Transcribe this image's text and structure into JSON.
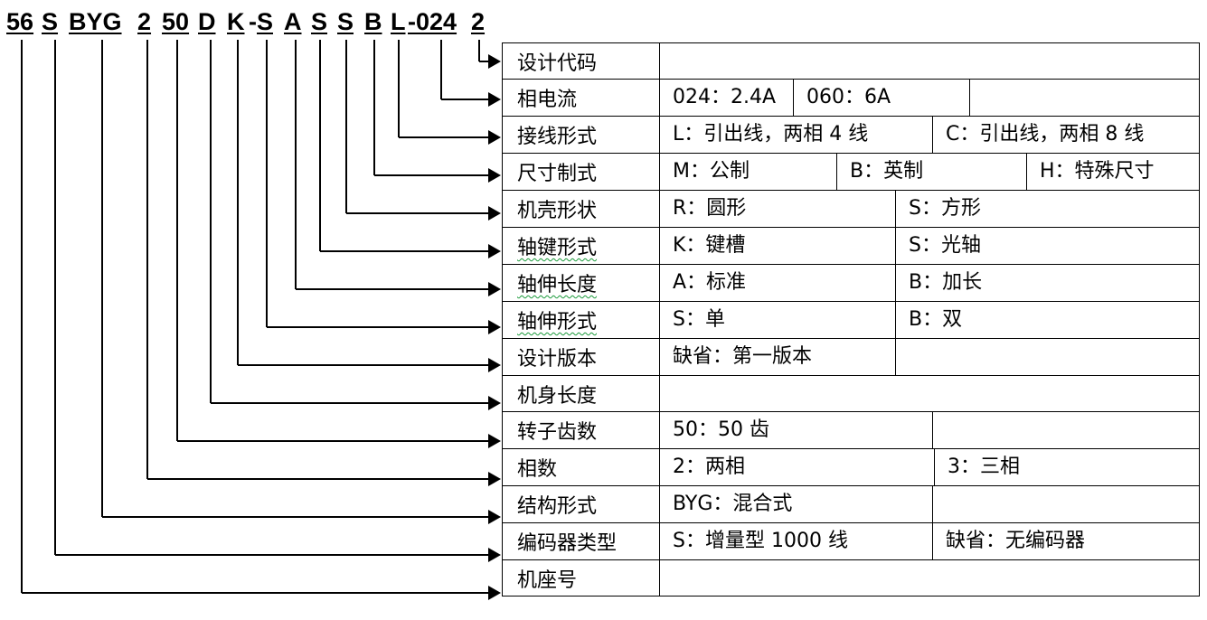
{
  "code_segments": [
    {
      "text": "56",
      "ul": true
    },
    {
      "text": "S",
      "ul": true
    },
    {
      "text": "BYG",
      "ul": true
    },
    {
      "text": "2",
      "ul": true
    },
    {
      "text": "50",
      "ul": true
    },
    {
      "text": "D",
      "ul": true
    },
    {
      "text": "K",
      "ul": true
    },
    {
      "text": "-",
      "ul": false
    },
    {
      "text": "S",
      "ul": true
    },
    {
      "text": "A",
      "ul": true
    },
    {
      "text": "S",
      "ul": true
    },
    {
      "text": "S",
      "ul": true
    },
    {
      "text": "B",
      "ul": true
    },
    {
      "text": "L",
      "ul": true
    },
    {
      "text": "-024",
      "ul": true
    },
    {
      "text": "2",
      "ul": true
    }
  ],
  "rows": [
    {
      "label": "设计代码",
      "options": []
    },
    {
      "label": "相电流",
      "options": [
        "024：2.4A",
        "060：6A",
        ""
      ]
    },
    {
      "label": "接线形式",
      "options": [
        "L：引出线，两相 4 线",
        "C：引出线，两相 8 线"
      ]
    },
    {
      "label": "尺寸制式",
      "options": [
        "M：公制",
        "B：英制",
        "H：特殊尺寸"
      ]
    },
    {
      "label": "机壳形状",
      "options": [
        "R：圆形",
        "S：方形"
      ]
    },
    {
      "label": "轴键形式",
      "options": [
        "K：键槽",
        "S：光轴"
      ]
    },
    {
      "label": "轴伸长度",
      "options": [
        "A：标准",
        "B：加长"
      ]
    },
    {
      "label": "轴伸形式",
      "options": [
        "S：单",
        "B：双"
      ]
    },
    {
      "label": "设计版本",
      "options": [
        "缺省：第一版本",
        ""
      ]
    },
    {
      "label": "机身长度",
      "options": []
    },
    {
      "label": "转子齿数",
      "options": [
        "50：50 齿",
        ""
      ]
    },
    {
      "label": "相数",
      "options": [
        "2：两相",
        "3：三相"
      ]
    },
    {
      "label": "结构形式",
      "options": [
        "BYG：混合式",
        ""
      ]
    },
    {
      "label": "编码器类型",
      "options": [
        "S：增量型 1000 线",
        "缺省：无编码器"
      ]
    },
    {
      "label": "机座号",
      "options": []
    }
  ]
}
